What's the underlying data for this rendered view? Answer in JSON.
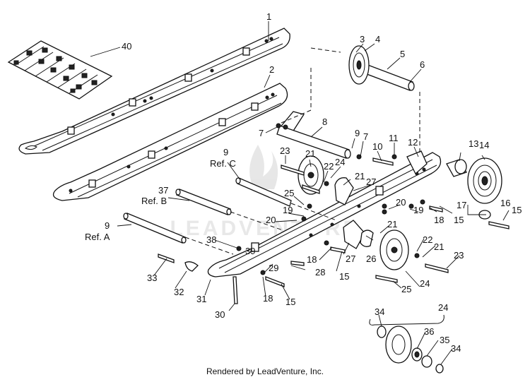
{
  "labels": [
    {
      "text": "1"
    },
    {
      "text": "40"
    },
    {
      "text": "2"
    },
    {
      "text": "3"
    },
    {
      "text": "4"
    },
    {
      "text": "5"
    },
    {
      "text": "6"
    },
    {
      "text": "8"
    },
    {
      "text": "7"
    },
    {
      "text": "9"
    },
    {
      "text": "7"
    },
    {
      "text": "10"
    },
    {
      "text": "11"
    },
    {
      "text": "12"
    },
    {
      "text": "13"
    },
    {
      "text": "14"
    },
    {
      "text": "23"
    },
    {
      "text": "21"
    },
    {
      "text": "24"
    },
    {
      "text": "22"
    },
    {
      "text": "21"
    },
    {
      "text": "27"
    },
    {
      "text": "9"
    },
    {
      "text": "Ref. C"
    },
    {
      "text": "37"
    },
    {
      "text": "Ref. B"
    },
    {
      "text": "25"
    },
    {
      "text": "19"
    },
    {
      "text": "20"
    },
    {
      "text": "20"
    },
    {
      "text": "19"
    },
    {
      "text": "18"
    },
    {
      "text": "15"
    },
    {
      "text": "17"
    },
    {
      "text": "16"
    },
    {
      "text": "15"
    },
    {
      "text": "9"
    },
    {
      "text": "Ref. A"
    },
    {
      "text": "38"
    },
    {
      "text": "39"
    },
    {
      "text": "18"
    },
    {
      "text": "27"
    },
    {
      "text": "21"
    },
    {
      "text": "26"
    },
    {
      "text": "22"
    },
    {
      "text": "21"
    },
    {
      "text": "23"
    },
    {
      "text": "33"
    },
    {
      "text": "29"
    },
    {
      "text": "28"
    },
    {
      "text": "15"
    },
    {
      "text": "25"
    },
    {
      "text": "24"
    },
    {
      "text": "32"
    },
    {
      "text": "31"
    },
    {
      "text": "18"
    },
    {
      "text": "15"
    },
    {
      "text": "30"
    },
    {
      "text": "24"
    },
    {
      "text": "34"
    },
    {
      "text": "36"
    },
    {
      "text": "35"
    },
    {
      "text": "34"
    }
  ],
  "watermark": "LEADVENTURE",
  "footer": "Rendered by LeadVenture, Inc."
}
